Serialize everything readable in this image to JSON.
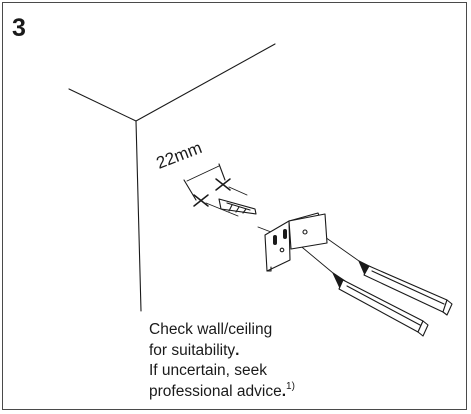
{
  "step": {
    "number": "3"
  },
  "diagram": {
    "dimension_label": "22mm",
    "components": [
      "wall-corner",
      "drill-marks",
      "wall-plug",
      "mounting-bracket",
      "screw-left",
      "screw-right"
    ]
  },
  "note": {
    "line1": "Check wall/ceiling",
    "line2": "for suitability",
    "line2_punct": ".",
    "line3": "If uncertain, seek",
    "line4": "professional advice",
    "line4_punct": ".",
    "footnote": "1)"
  },
  "colors": {
    "line": "#1a1a1a",
    "border": "#4a4a4a",
    "fill": "#ffffff"
  }
}
